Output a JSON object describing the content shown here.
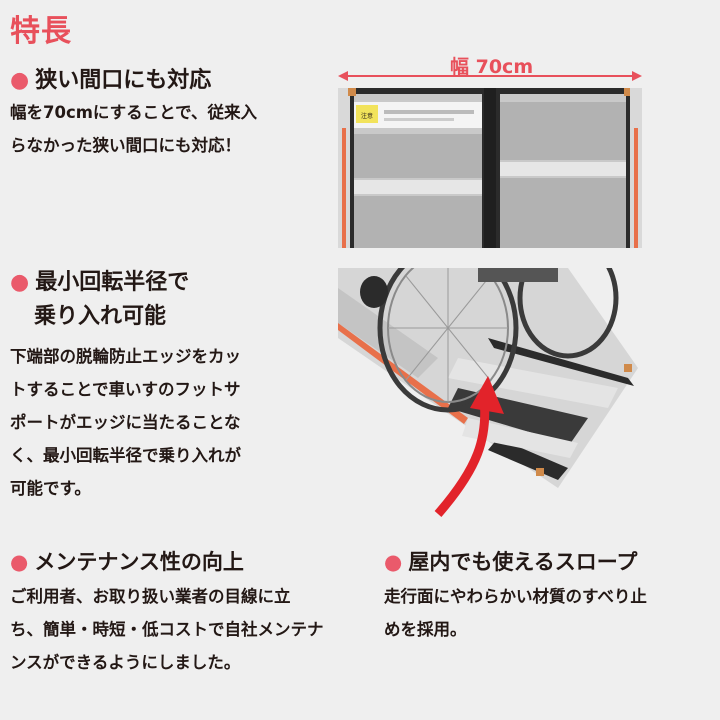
{
  "page": {
    "title": "特長"
  },
  "feature1": {
    "bullet": "●",
    "heading": "狭い間口にも対応",
    "body_lines": [
      "幅を70cmにすることで、従来入",
      "らなかった狭い間口にも対応！"
    ]
  },
  "photo1": {
    "dimension_label": "幅 70cm",
    "warning_label": "注意"
  },
  "feature2": {
    "bullet": "●",
    "heading_lines": [
      "最小回転半径で",
      "乗り入れ可能"
    ],
    "body_lines": [
      "下端部の脱輪防止エッジをカッ",
      "トすることで車いすのフットサ",
      "ポートがエッジに当たることな",
      "く、最小回転半径で乗り入れが",
      "可能です。"
    ]
  },
  "feature3": {
    "bullet": "●",
    "heading": "メンテナンス性の向上",
    "body_lines": [
      "ご利用者、お取り扱い業者の目線に立",
      "ち、簡単・時短・低コストで自社メンテナ",
      "ンスができるようにしました。"
    ]
  },
  "feature4": {
    "bullet": "●",
    "heading": "屋内でも使えるスロープ",
    "body_lines": [
      "走行面にやわらかい材質のすべり止",
      "めを採用。"
    ]
  },
  "colors": {
    "accent": "#e8505b",
    "text": "#231815",
    "background": "#efefef"
  }
}
